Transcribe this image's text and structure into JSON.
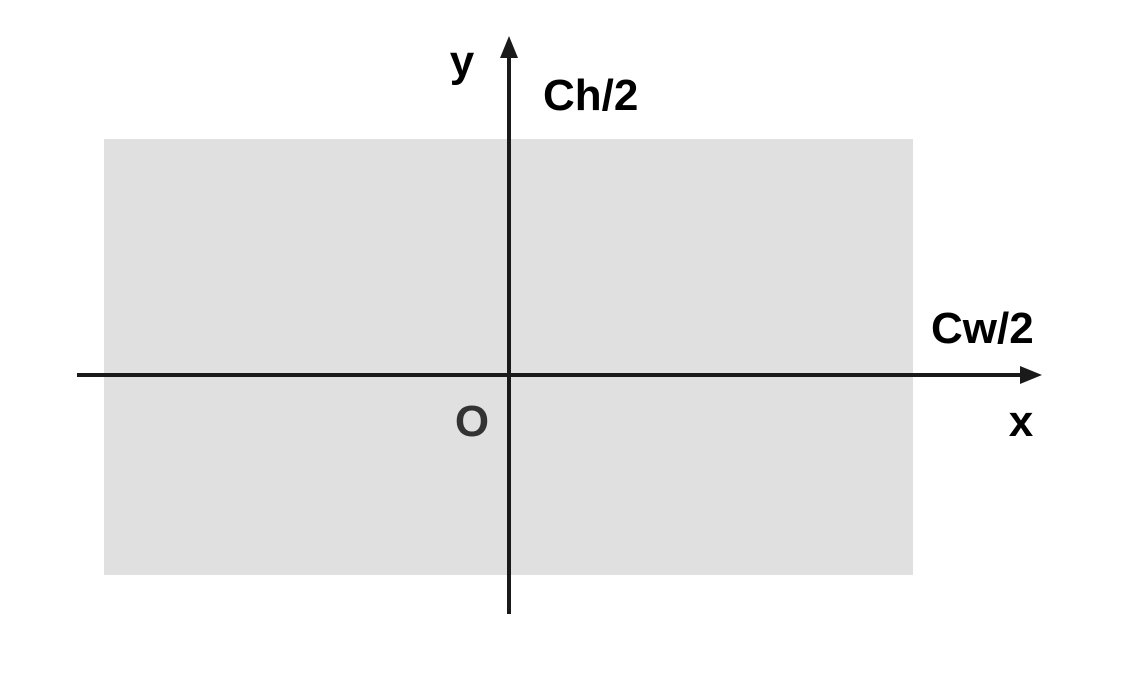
{
  "labels": {
    "y_axis": "y",
    "x_axis": "x",
    "top_extent": "Ch/2",
    "right_extent": "Cw/2",
    "origin": "O"
  },
  "colors": {
    "canvas_fill": "#e0e0e0",
    "axis_stroke": "#1a1a1a",
    "text": "#000000",
    "origin_text": "#333333"
  }
}
